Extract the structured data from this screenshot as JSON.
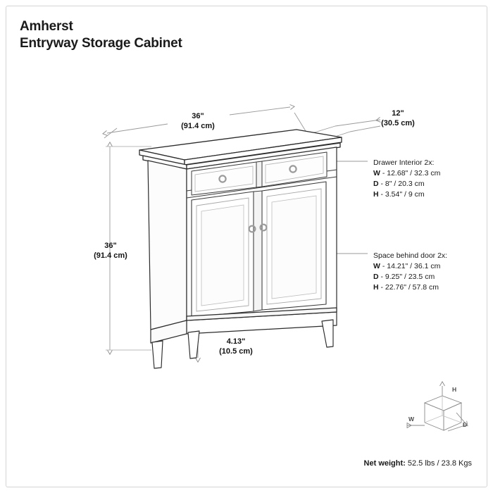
{
  "product": {
    "name": "Amherst",
    "subtitle": "Entryway Storage Cabinet"
  },
  "dimensions": {
    "width": "36\"\n(91.4 cm)",
    "depth": "12\"\n(30.5 cm)",
    "height": "36\"\n(91.4 cm)",
    "leg_clearance": "4.13\"\n(10.5 cm)"
  },
  "annotations": {
    "drawer": {
      "heading": "Drawer Interior 2x:",
      "rows": [
        {
          "axis": "W",
          "value": " - 12.68\" / 32.3 cm"
        },
        {
          "axis": "D",
          "value": " - 8\" / 20.3 cm"
        },
        {
          "axis": "H",
          "value": " - 3.54\" / 9 cm"
        }
      ]
    },
    "door": {
      "heading": "Space behind door 2x:",
      "rows": [
        {
          "axis": "W",
          "value": " - 14.21\" / 36.1 cm"
        },
        {
          "axis": "D",
          "value": " - 9.25\" / 23.5 cm"
        },
        {
          "axis": "H",
          "value": " - 22.76\" / 57.8 cm"
        }
      ]
    }
  },
  "legend": {
    "w": "W",
    "h": "H",
    "d": "D"
  },
  "footer": {
    "netweight_label": "Net weight:",
    "netweight_value": " 52.5 lbs / 23.8 Kgs"
  },
  "colors": {
    "outline": "#1a1a1a",
    "light_line": "#8c8c8c",
    "dim_line": "#9a9a9a",
    "knob": "#9b9b9b",
    "border": "#d4d4d4"
  }
}
